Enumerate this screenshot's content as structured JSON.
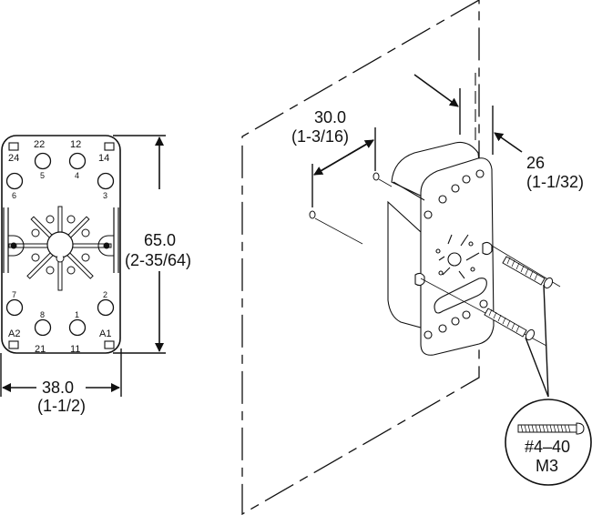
{
  "front_view": {
    "terminals_top": {
      "t24": "24",
      "t22": "22",
      "t12": "12",
      "t14": "14"
    },
    "pins_top": {
      "p5": "5",
      "p4": "4",
      "p6": "6",
      "p3": "3"
    },
    "pins_bottom": {
      "p7": "7",
      "p2": "2",
      "p8": "8",
      "p1": "1"
    },
    "terminals_bottom": {
      "a2": "A2",
      "a1": "A1",
      "t21": "21",
      "t11": "11"
    }
  },
  "dimensions": {
    "height_mm": "65.0",
    "height_in": "(2-35/64)",
    "width_mm": "38.0",
    "width_in": "(1-1/2)",
    "hole_spacing_mm": "30.0",
    "hole_spacing_in": "(1-3/16)",
    "depth_mm": "26",
    "depth_in": "(1-1/32)"
  },
  "screw_callout": {
    "size_us": "#4–40",
    "size_metric": "M3"
  },
  "colors": {
    "ink": "#111111",
    "background": "#ffffff"
  }
}
